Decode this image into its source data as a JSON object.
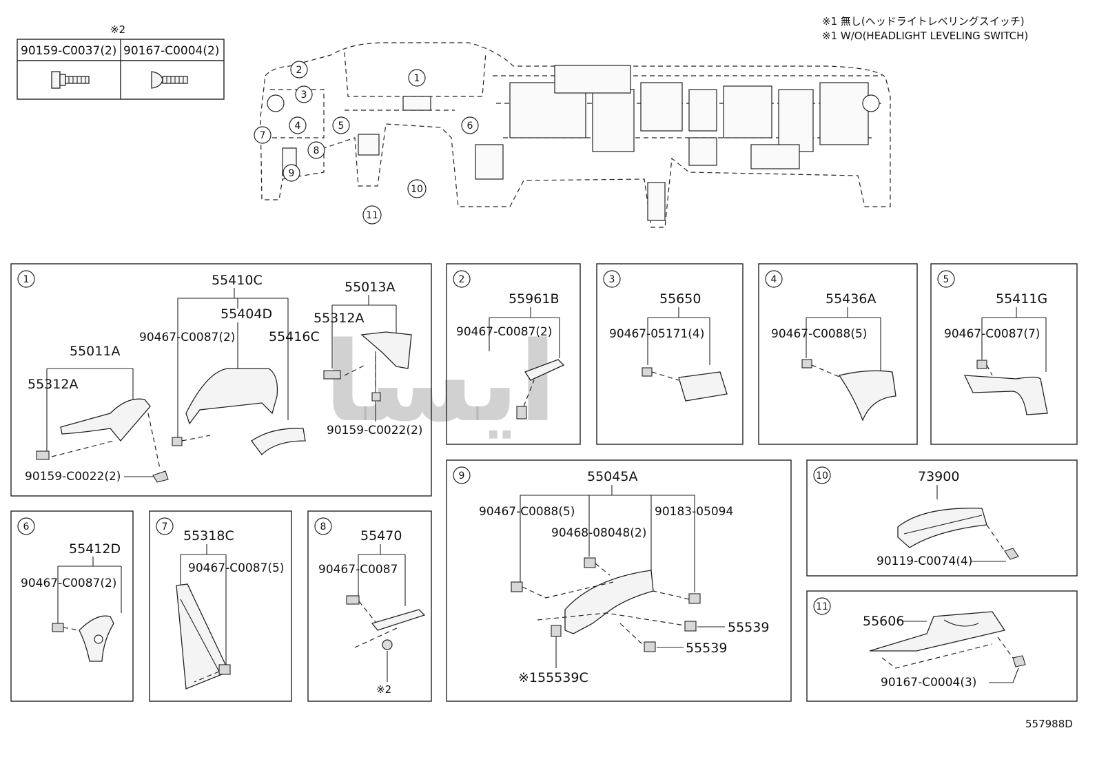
{
  "notes": {
    "line1": "※1 無し(ヘッドライトレベリングスイッチ)",
    "line2": "※1 W/O(HEADLIGHT LEVELING SWITCH)"
  },
  "bolt_table": {
    "mark": "※2",
    "col1": "90159-C0037(2)",
    "col2": "90167-C0004(2)"
  },
  "overview_callouts": [
    "1",
    "2",
    "3",
    "4",
    "5",
    "6",
    "7",
    "8",
    "9",
    "10",
    "11"
  ],
  "panels": {
    "p1": {
      "num": "1",
      "l_55410C": "55410C",
      "l_55404D": "55404D",
      "l_90467_C0087_2": "90467-C0087(2)",
      "l_55416C": "55416C",
      "l_55013A": "55013A",
      "l_55312A_r": "55312A",
      "l_55011A": "55011A",
      "l_55312A_l": "55312A",
      "l_90159_C0022_2_r": "90159-C0022(2)",
      "l_90159_C0022_2_l": "90159-C0022(2)"
    },
    "p2": {
      "num": "2",
      "main": "55961B",
      "sub": "90467-C0087(2)"
    },
    "p3": {
      "num": "3",
      "main": "55650",
      "sub": "90467-05171(4)"
    },
    "p4": {
      "num": "4",
      "main": "55436A",
      "sub": "90467-C0088(5)"
    },
    "p5": {
      "num": "5",
      "main": "55411G",
      "sub": "90467-C0087(7)"
    },
    "p6": {
      "num": "6",
      "main": "55412D",
      "sub": "90467-C0087(2)"
    },
    "p7": {
      "num": "7",
      "main": "55318C",
      "sub": "90467-C0087(5)"
    },
    "p8": {
      "num": "8",
      "main": "55470",
      "sub": "90467-C0087",
      "mark": "※2"
    },
    "p9": {
      "num": "9",
      "main": "55045A",
      "s1": "90467-C0088(5)",
      "s2": "90468-08048(2)",
      "s3": "90183-05094",
      "s4": "55539",
      "s5": "55539",
      "s6": "※155539C"
    },
    "p10": {
      "num": "10",
      "main": "73900",
      "sub": "90119-C0074(4)"
    },
    "p11": {
      "num": "11",
      "main": "55606",
      "sub": "90167-C0004(3)"
    }
  },
  "watermark": "ایسا",
  "diagram_code": "557988D"
}
